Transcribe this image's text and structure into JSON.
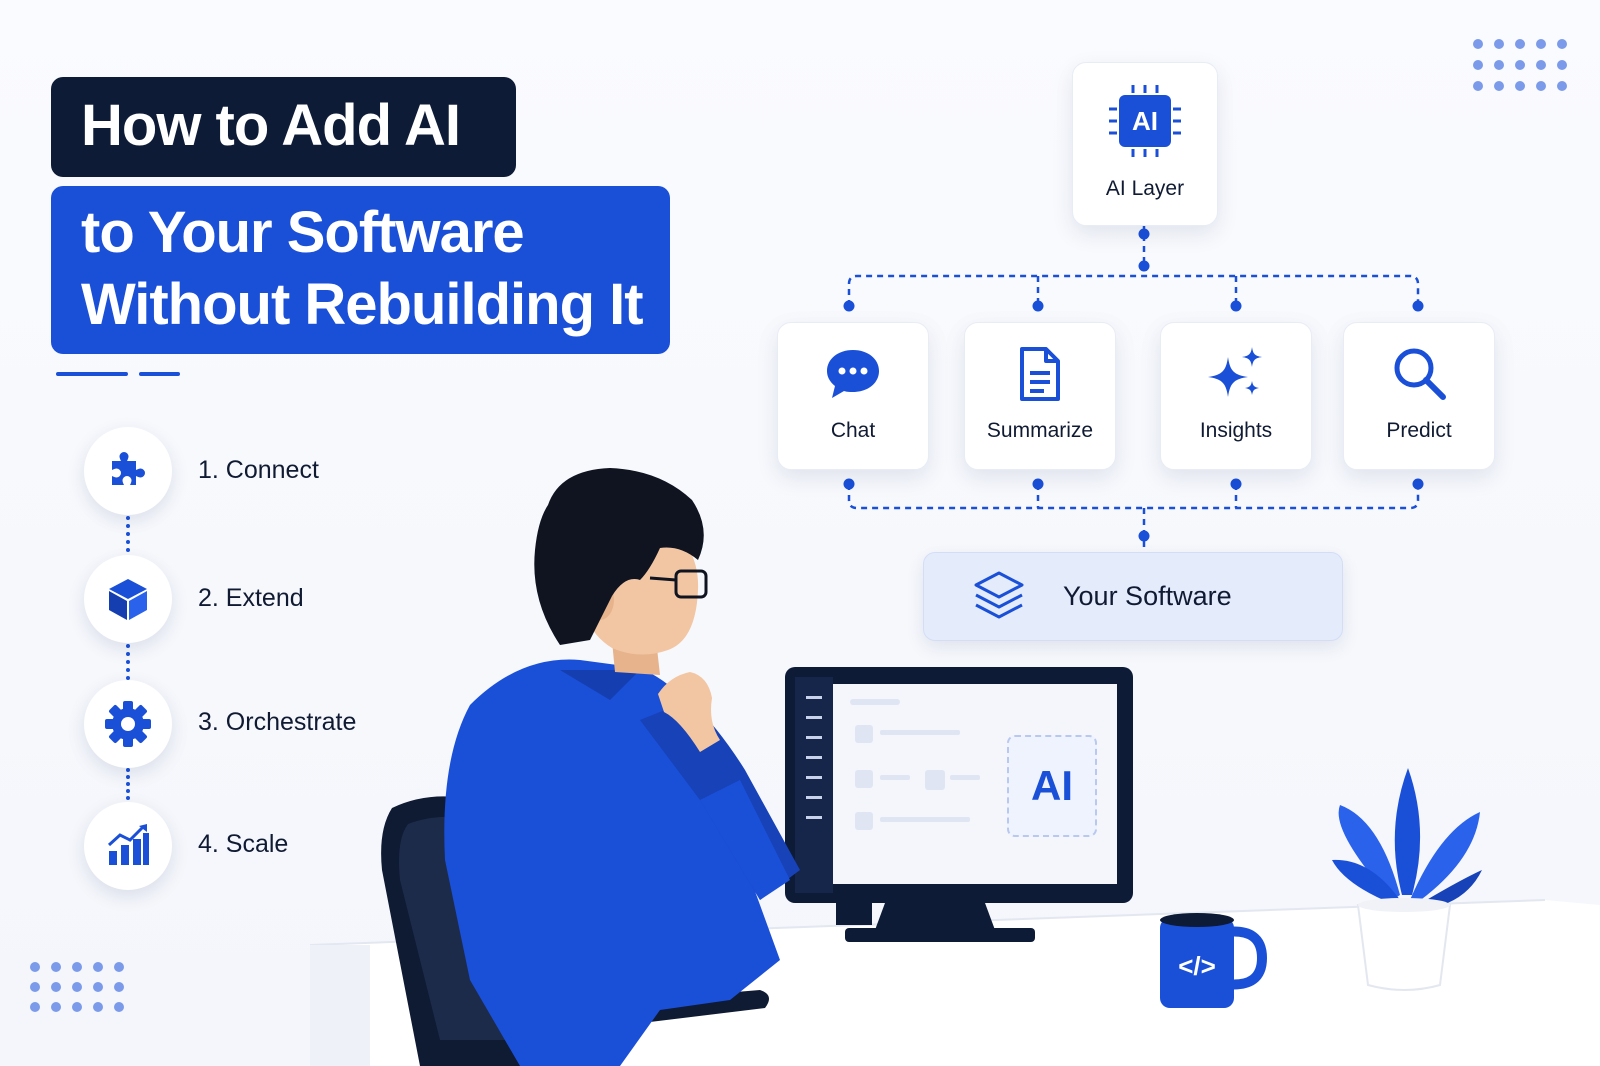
{
  "title": {
    "line1": "How to Add AI",
    "line2": "to Your Software",
    "line3": "Without Rebuilding It"
  },
  "steps": [
    {
      "label": "1. Connect",
      "icon": "puzzle-icon"
    },
    {
      "label": "2. Extend",
      "icon": "cube-icon"
    },
    {
      "label": "3. Orchestrate",
      "icon": "gear-icon"
    },
    {
      "label": "4. Scale",
      "icon": "chart-growth-icon"
    }
  ],
  "diagram": {
    "ai_layer": {
      "chip_text": "AI",
      "label": "AI Layer"
    },
    "capabilities": [
      {
        "label": "Chat",
        "icon": "chat-bubble-icon"
      },
      {
        "label": "Summarize",
        "icon": "document-icon"
      },
      {
        "label": "Insights",
        "icon": "sparkle-icon"
      },
      {
        "label": "Predict",
        "icon": "search-icon"
      }
    ],
    "software": {
      "label": "Your Software",
      "icon": "layers-icon"
    }
  },
  "monitor": {
    "ai_badge": "AI"
  },
  "mug": {
    "glyph": "</>"
  },
  "colors": {
    "brand_blue": "#1a4fd8",
    "navy": "#0d1b36",
    "background": "#f7f8fc",
    "software_box": "#e4ebfb"
  }
}
